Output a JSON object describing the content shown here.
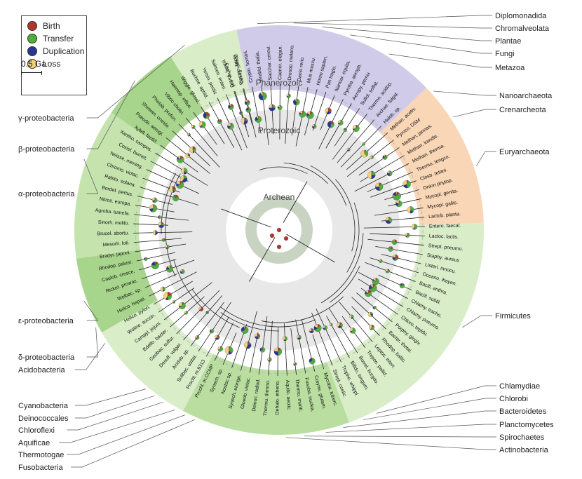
{
  "legend": {
    "items": [
      {
        "label": "Birth",
        "color": "#b4332b"
      },
      {
        "label": "Transfer",
        "color": "#4caf3a"
      },
      {
        "label": "Duplication",
        "color": "#2a3593"
      },
      {
        "label": "Loss",
        "color": "#f5d27a"
      }
    ],
    "scale_label": "0.5 Ga"
  },
  "eons": {
    "inner": "Archean",
    "middle": "Proterozoic",
    "outer": "Phanerozoic"
  },
  "groups_right": [
    "Diplomonadida",
    "Chromalveolata",
    "Plantae",
    "Fungi",
    "Metazoa",
    "Nanoarchaeota",
    "Crenarcheota",
    "Euryarchaeota",
    "Firmicutes",
    "Chlamydiae",
    "Chlorobi",
    "Bacteroidetes",
    "Planctomycetes",
    "Spirochaetes",
    "Actinobacteria"
  ],
  "groups_left": [
    "γ-proteobacteria",
    "β-proteobacteria",
    "α-proteobacteria",
    "ε-proteobacteria",
    "δ-proteobacteria",
    "Acidobacteria",
    "Cyanobacteria",
    "Deinococcales",
    "Chloroflexi",
    "Aquificae",
    "Thermotogae",
    "Fusobacteria"
  ],
  "taxa": [
    "Giardi. lambli.",
    "Plasmo. falcip.",
    "Crypto. homini.",
    "Arabid. thalia.",
    "Sacchar. cerevi.",
    "Caenor. elegan.",
    "Drosop. melano.",
    "Danio rerio",
    "Mus muscu.",
    "Homo sapien.",
    "Pan troglo.",
    "Nanoar. equita.",
    "Pyroba. aeroph.",
    "Aeropy. pernix",
    "Sulfol. solfat.",
    "Thermo. acidop.",
    "Archae. fulgid.",
    "Halob. sp.",
    "Methan. acetiv.",
    "Pyroco. DSM",
    "Methan. jannas.",
    "Methan. kandle.",
    "Methan. therma.",
    "Thermo. tengco.",
    "Clostr. tetani.",
    "Onion phytop.",
    "Mycopl. genita.",
    "Mycopl. gallis.",
    "Lactob. planta.",
    "Entero. faecal.",
    "Lactoc. lactis.",
    "Strept. pneumo.",
    "Staphy. aureus",
    "Listeri. innocu.",
    "Oceano. iheyen.",
    "Bacill. anthra.",
    "Bacill. subtil.",
    "Chlamy. tracho.",
    "Chlamy. pneumo.",
    "Chloro. tepidu.",
    "Porphy. gingiv.",
    "Bacter. thetai.",
    "Rhodop. baltic.",
    "Leptos. interr.",
    "Trepon. pallid.",
    "Borrel. burgdo.",
    "Bifido. longum.",
    "Trophe. whippl.",
    "Strept. coelic.",
    "Mycoba. tuberc.",
    "Coryne. glutam.",
    "Fusoba. nuclea.",
    "Thermo. mariti.",
    "Aquife. aeolic.",
    "Dehalo. etheno.",
    "Thermu. thermo.",
    "Deinoc. radiod.",
    "Gloeob. violac.",
    "Synech. elonga.",
    "Nostoc sp.",
    "Synech. sp.",
    "Prochl. m.CCMP",
    "Prochl. m.9313",
    "Solibac. usitat.",
    "Acidob. sp.",
    "Desulf. vulgar.",
    "Geobac. sulfur.",
    "Bdello. bacter.",
    "Campyl. jejuni.",
    "Woline. succin.",
    "Helico. pylori.",
    "Helico. hepati.",
    "Wolbac. sp.",
    "Ricket. prowaz.",
    "Caulob. cresce.",
    "Rhodop. palust.",
    "Bradyr. japoni.",
    "Mesorh. loti.",
    "Brucel. abortu.",
    "Sinorh. melilo.",
    "Agroba. tumefa.",
    "Nitros. europa.",
    "Bordet. pertus.",
    "Ralsto. solana.",
    "Chromo. violac.",
    "Neisse. mening.",
    "Coxiel. burnet.",
    "Xantho. campes.",
    "Xylell. fastid.",
    "Pseudo. aerugi.",
    "Shewan. oneide.",
    "Photob. profun.",
    "Vibrio cholei.",
    "Haemop. influe.",
    "Wiggle. glossi.",
    "Buchne. aphid.",
    "Yersin. pestis",
    "Salmon. enteri.",
    "Escher. coli",
    "Shigel. flexne."
  ]
}
